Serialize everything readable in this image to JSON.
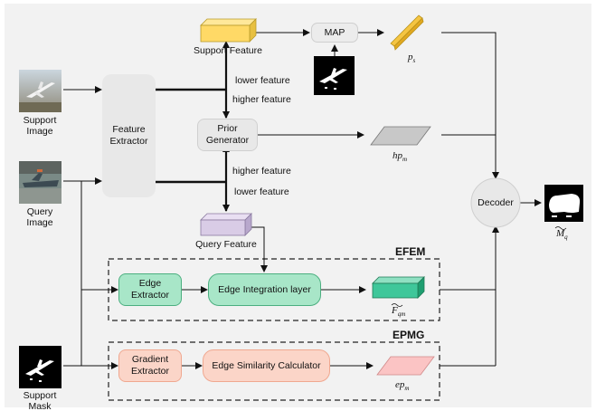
{
  "inputs": {
    "support_image": [
      "Support",
      "Image"
    ],
    "query_image": [
      "Query",
      "Image"
    ],
    "support_mask": [
      "Support",
      "Mask"
    ]
  },
  "modules": {
    "feature_extractor": [
      "Feature",
      "Extractor"
    ],
    "prior_generator": [
      "Prior",
      "Generator"
    ],
    "map": "MAP",
    "decoder": "Decoder",
    "edge_extractor": [
      "Edge",
      "Extractor"
    ],
    "edge_integration": "Edge Integration layer",
    "gradient_extractor": [
      "Gradient",
      "Extractor"
    ],
    "edge_similarity": "Edge Similarity Calculator"
  },
  "features": {
    "support_feature": "Support Feature",
    "query_feature": "Query Feature"
  },
  "arrow_labels": {
    "lower_top": "lower feature",
    "higher_top": "higher feature",
    "higher_bottom": "higher feature",
    "lower_bottom": "lower feature"
  },
  "math": {
    "ps": "p",
    "ps_sub": "s",
    "hp": "hp",
    "hp_sub": "m",
    "fq": "F",
    "fq_sub": "qm",
    "ep": "ep",
    "ep_sub": "m",
    "mq": "M",
    "mq_sub": "q"
  },
  "sections": {
    "efem": "EFEM",
    "epmg": "EPMG"
  },
  "colors": {
    "background": "#f2f2f2",
    "support_feature": "#ffd966",
    "query_feature": "#d9cce6",
    "edge_module": "#a8e6c8",
    "edge_module_border": "#4caf80",
    "gradient_module": "#fbd5c8",
    "gradient_module_border": "#f0a890",
    "neutral_module": "#e8e8e8",
    "fq_tensor": "#3fc79a",
    "ep_plane": "#fbc4c4",
    "hp_plane": "#c8c8c8",
    "ps_bar": "#f5c542"
  }
}
